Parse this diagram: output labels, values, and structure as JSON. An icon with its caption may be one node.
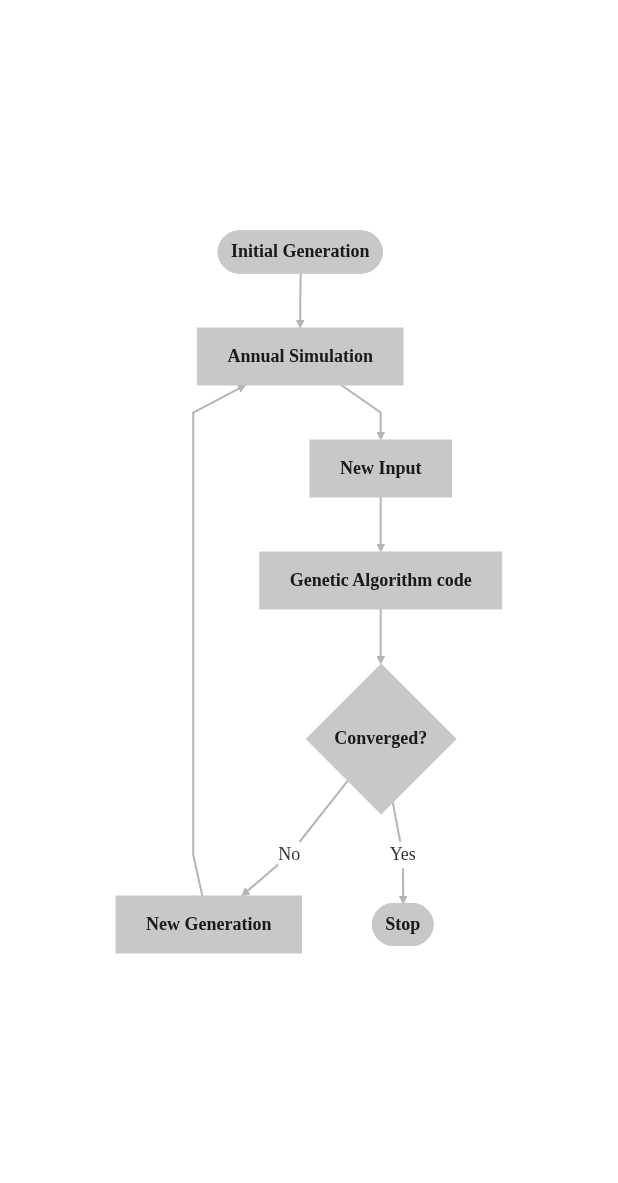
{
  "diagram": {
    "nodes": [
      {
        "text": [
          "Initial Generation"
        ]
      },
      {
        "text": [
          "Annual Simulation"
        ]
      },
      {
        "text": [
          "New Input"
        ]
      },
      {
        "text": [
          "Genetic Algorithm code"
        ]
      },
      {
        "text": [
          "Converged?"
        ]
      },
      {
        "text": [
          "New Generation"
        ]
      },
      {
        "text": [
          "Stop"
        ]
      }
    ],
    "edges": [
      {
        "from": 0,
        "to": 1,
        "arrow": "to"
      },
      {
        "from": 1,
        "to": 2,
        "arrow": "to"
      },
      {
        "from": 2,
        "to": 3,
        "arrow": "to"
      },
      {
        "from": 3,
        "to": 4,
        "arrow": "to"
      },
      {
        "from": 4,
        "to": 5,
        "arrow": "to",
        "label": "No"
      },
      {
        "from": 5,
        "to": 1,
        "arrow": "to"
      },
      {
        "from": 4,
        "to": 6,
        "arrow": "to",
        "label": "Yes"
      }
    ]
  }
}
